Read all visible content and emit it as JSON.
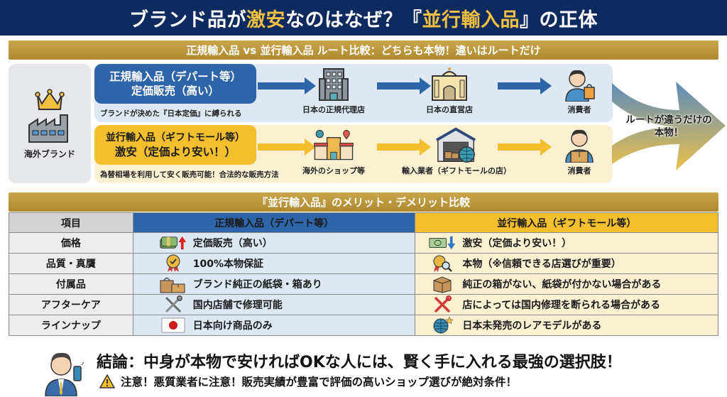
{
  "header": {
    "title_parts": [
      "ブランド品が",
      "激安",
      "なのはなぜ？『",
      "並行輸入品",
      "』の正体"
    ]
  },
  "route_section": {
    "title": "正規輸入品 vs 並行輸入品 ルート比較：どちらも本物！違いはルートだけ",
    "source": {
      "label": "海外ブランド",
      "icon": "crown-factory-icon"
    },
    "official": {
      "line1": "正規輸入品（デパート等）",
      "line2": "定価販売（高い）",
      "note": "ブランドが決めた『日本定価』に縛られる",
      "nodes": [
        {
          "label": "日本の正規代理店",
          "icon": "office-building-icon"
        },
        {
          "label": "日本の直営店",
          "icon": "department-store-icon"
        },
        {
          "label": "消費者",
          "icon": "consumer-shopping-bag-icon"
        }
      ]
    },
    "parallel": {
      "line1": "並行輸入品（ギフトモール等）",
      "line2": "激安（定価より安い！）",
      "note": "為替相場を利用して安く販売可能！合法的な販売方法",
      "nodes": [
        {
          "label": "海外のショップ等",
          "icon": "overseas-shops-icon"
        },
        {
          "label": "輸入業者（ギフトモールの店）",
          "icon": "warehouse-globe-icon"
        },
        {
          "label": "消費者",
          "icon": "consumer-box-icon"
        }
      ]
    },
    "merge_text_line1": "ルートが違うだけの",
    "merge_text_line2": "本物！"
  },
  "comparison": {
    "title": "『並行輸入品』のメリット・デメリット比較",
    "headers": [
      "項目",
      "正規輸入品（デパート等）",
      "並行輸入品（ギフトモール等）"
    ],
    "rows": [
      {
        "item": "価格",
        "official": "定価販売（高い）",
        "official_icon": "money-up-icon",
        "parallel": "激安（定価より安い！）",
        "parallel_icon": "money-down-icon"
      },
      {
        "item": "品質・真贋",
        "official": "100%本物保証",
        "official_icon": "certified-badge-icon",
        "parallel": "本物（※信頼できる店選びが重要）",
        "parallel_icon": "badge-magnifier-icon"
      },
      {
        "item": "付属品",
        "official": "ブランド純正の紙袋・箱あり",
        "official_icon": "bag-box-icon",
        "parallel": "純正の箱がない、紙袋が付かない場合がある",
        "parallel_icon": "cardboard-box-icon"
      },
      {
        "item": "アフターケア",
        "official": "国内店舗で修理可能",
        "official_icon": "tools-icon",
        "parallel": "店によっては国内修理を断られる場合がある",
        "parallel_icon": "tools-cross-icon"
      },
      {
        "item": "ラインナップ",
        "official": "日本向け商品のみ",
        "official_icon": "japan-flag-icon",
        "parallel": "日本未発売のレアモデルがある",
        "parallel_icon": "globe-star-icon"
      }
    ]
  },
  "conclusion": {
    "main": "結論：中身が本物で安ければOKな人には、賢く手に入れる最強の選択肢！",
    "warning": "注意！悪質業者に注意！販売実績が豊富で評価の高いショップ選びが絶対条件！"
  },
  "colors": {
    "navy": "#0f2a5e",
    "gold": "#b08a30",
    "blue": "#2e64a8",
    "yellow": "#f4bf2e",
    "highlight": "#f2c142"
  }
}
